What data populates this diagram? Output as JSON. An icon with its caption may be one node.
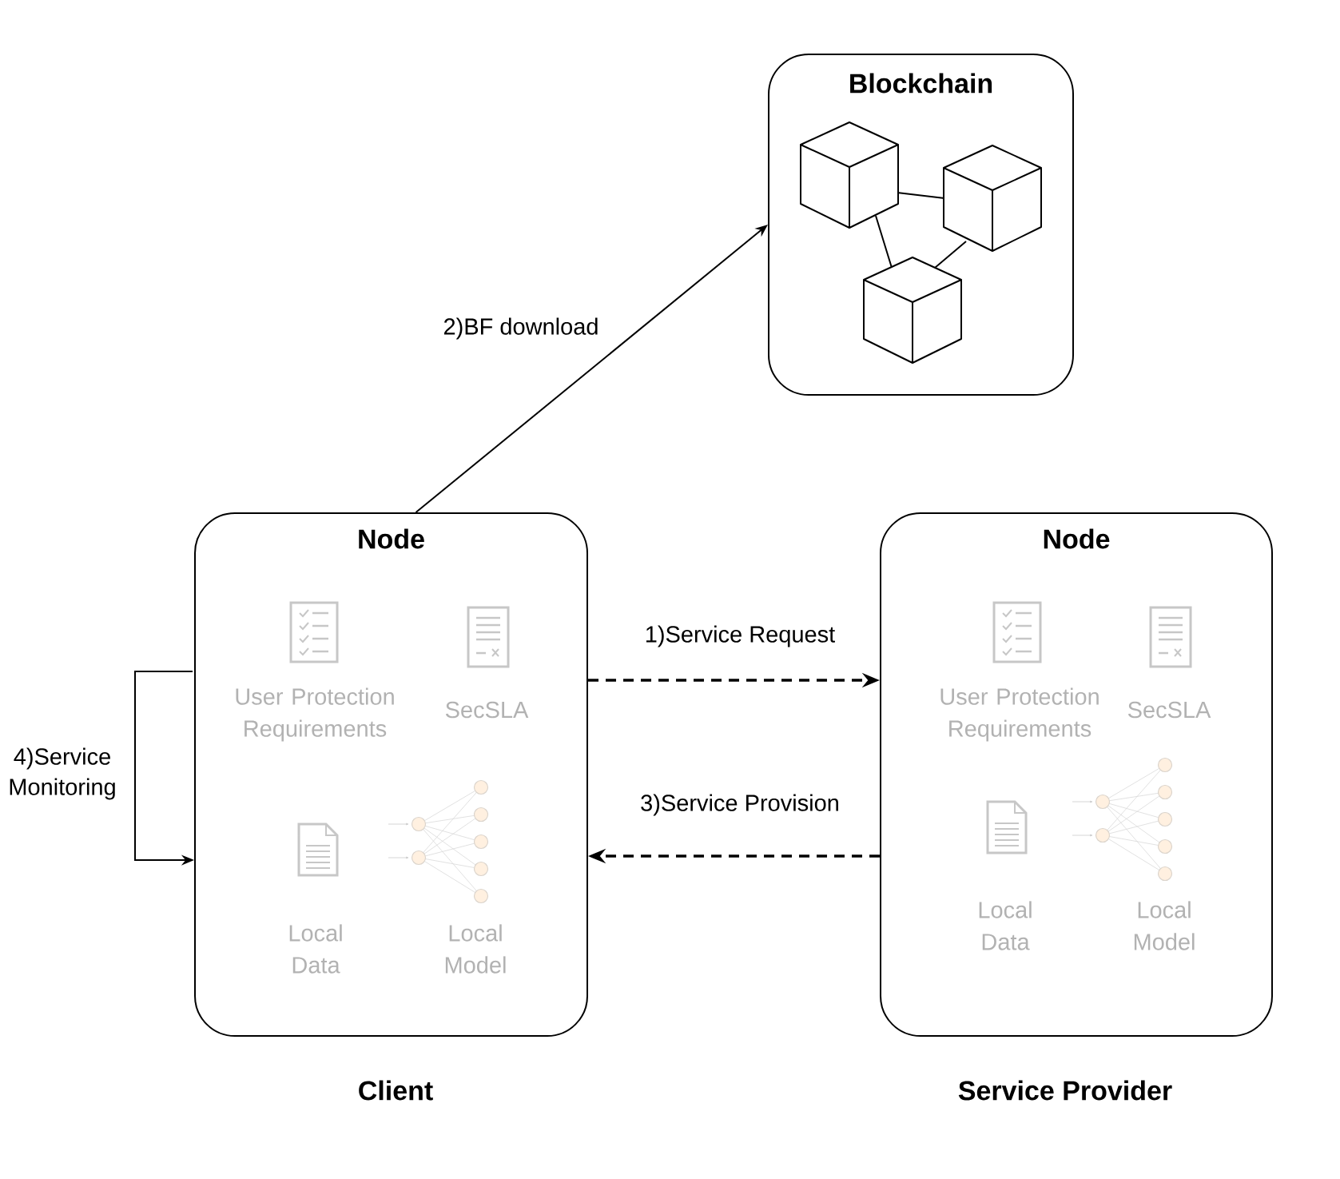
{
  "diagram": {
    "nodes": [
      {
        "text": [
          "Blockchain"
        ]
      },
      {
        "text": [
          "Node",
          "User Protection Requirements",
          "SecSLA",
          "Local Data",
          "Local Model"
        ],
        "beside": [
          "Client"
        ]
      },
      {
        "text": [
          "Node",
          "User Protection Requirements",
          "SecSLA",
          "Local Data",
          "Local Model"
        ],
        "beside": [
          "Service Provider"
        ]
      }
    ],
    "edges": [
      {
        "from": 1,
        "to": 2,
        "arrow": "to",
        "label": "1)Service Request",
        "style": "dashed"
      },
      {
        "from": 1,
        "to": 0,
        "arrow": "to",
        "label": "2)BF download"
      },
      {
        "from": 2,
        "to": 1,
        "arrow": "to",
        "label": "3)Service Provision",
        "style": "dashed"
      },
      {
        "from": 1,
        "to": 1,
        "arrow": "to",
        "label": "4)Service Monitoring"
      }
    ]
  }
}
